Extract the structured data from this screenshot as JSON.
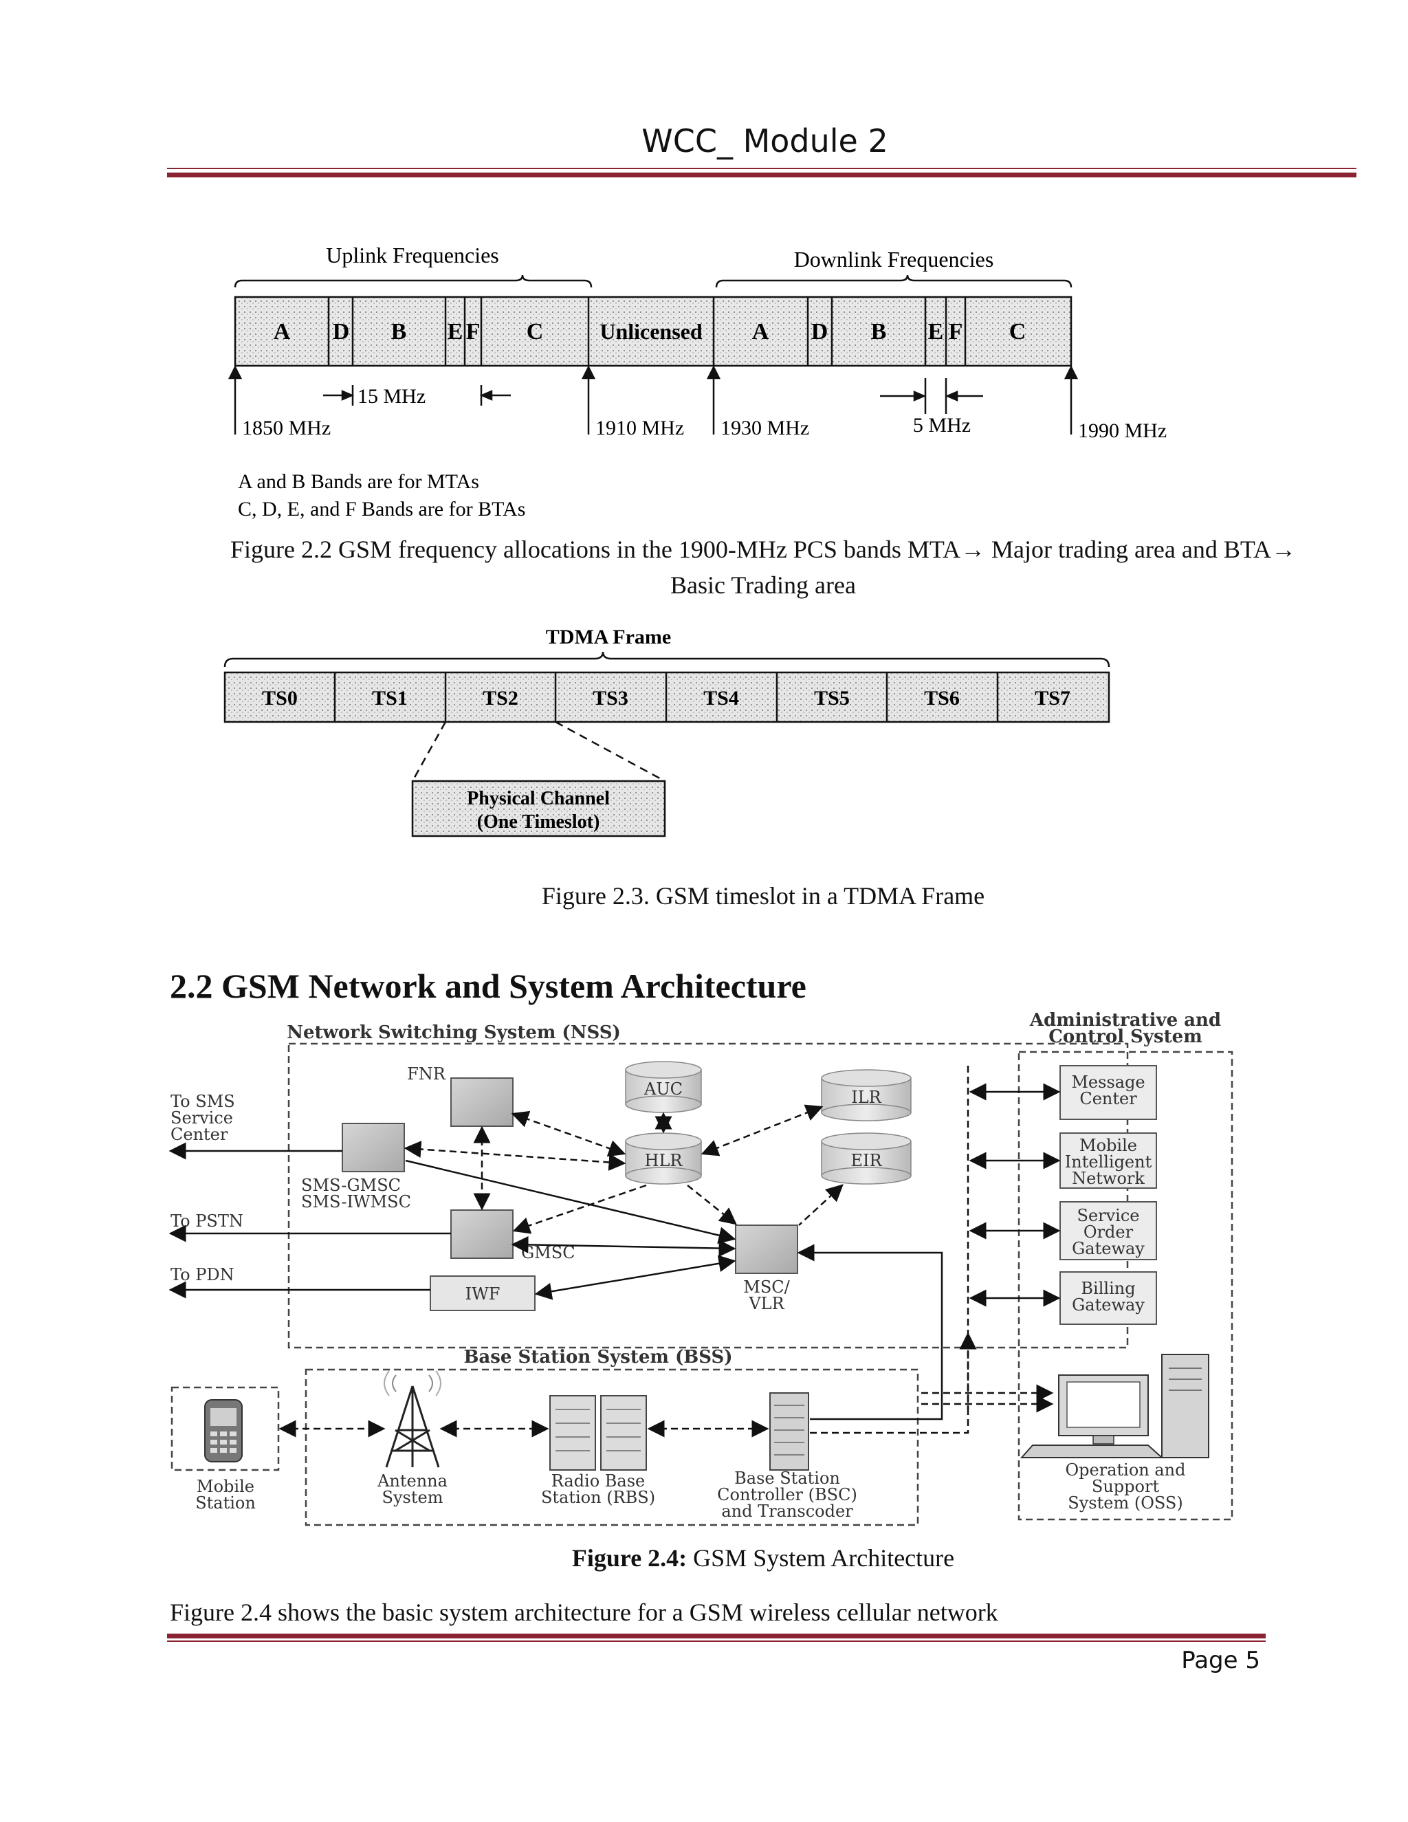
{
  "header": {
    "title": "WCC_ Module 2"
  },
  "fig22": {
    "uplink_label": "Uplink Frequencies",
    "downlink_label": "Downlink Frequencies",
    "uplink_bands": [
      "A",
      "D",
      "B",
      "E",
      "F",
      "C"
    ],
    "unlicensed": "Unlicensed",
    "downlink_bands": [
      "A",
      "D",
      "B",
      "E",
      "F",
      "C"
    ],
    "freq_1850": "1850 MHz",
    "freq_1910": "1910 MHz",
    "freq_1930": "1930 MHz",
    "freq_1990": "1990 MHz",
    "width_15": "15 MHz",
    "width_5": "5 MHz",
    "note1": "A and B Bands are for MTAs",
    "note2": "C, D, E, and F Bands are for BTAs",
    "caption_line1": "Figure 2.2 GSM frequency allocations in the 1900-MHz PCS bands MTA→ Major trading area and BTA→",
    "caption_line2": "Basic Trading area"
  },
  "fig23": {
    "frame_label": "TDMA Frame",
    "slots": [
      "TS0",
      "TS1",
      "TS2",
      "TS3",
      "TS4",
      "TS5",
      "TS6",
      "TS7"
    ],
    "channel_line1": "Physical Channel",
    "channel_line2": "(One Timeslot)",
    "caption": "Figure 2.3. GSM timeslot in a TDMA Frame"
  },
  "section_heading": "2.2 GSM Network and System Architecture",
  "fig24": {
    "nss_label": "Network Switching System (NSS)",
    "admin_line1": "Administrative and",
    "admin_line2": "Control System",
    "fnr": "FNR",
    "auc": "AUC",
    "ilr": "ILR",
    "hlr": "HLR",
    "eir": "EIR",
    "sms_gmsc1": "SMS-GMSC",
    "sms_gmsc2": "SMS-IWMSC",
    "gmsc": "GMSC",
    "iwf": "IWF",
    "msc1": "MSC/",
    "msc2": "VLR",
    "to_sms1": "To SMS",
    "to_sms2": "Service",
    "to_sms3": "Center",
    "to_pstn": "To PSTN",
    "to_pdn": "To PDN",
    "admin_boxes": [
      [
        "Message",
        "Center"
      ],
      [
        "Mobile",
        "Intelligent",
        "Network"
      ],
      [
        "Service",
        "Order",
        "Gateway"
      ],
      [
        "Billing",
        "Gateway"
      ]
    ],
    "bss_label": "Base Station System (BSS)",
    "mobile1": "Mobile",
    "mobile2": "Station",
    "antenna1": "Antenna",
    "antenna2": "System",
    "rbs1": "Radio Base",
    "rbs2": "Station (RBS)",
    "bsc1": "Base Station",
    "bsc2": "Controller (BSC)",
    "bsc3": "and Transcoder",
    "oss1": "Operation and",
    "oss2": "Support",
    "oss3": "System (OSS)",
    "caption_bold": "Figure 2.4:",
    "caption_rest": " GSM System Architecture"
  },
  "paragraph": "Figure 2.4 shows the basic system architecture for a GSM wireless cellular network",
  "footer": {
    "page": "Page 5"
  }
}
